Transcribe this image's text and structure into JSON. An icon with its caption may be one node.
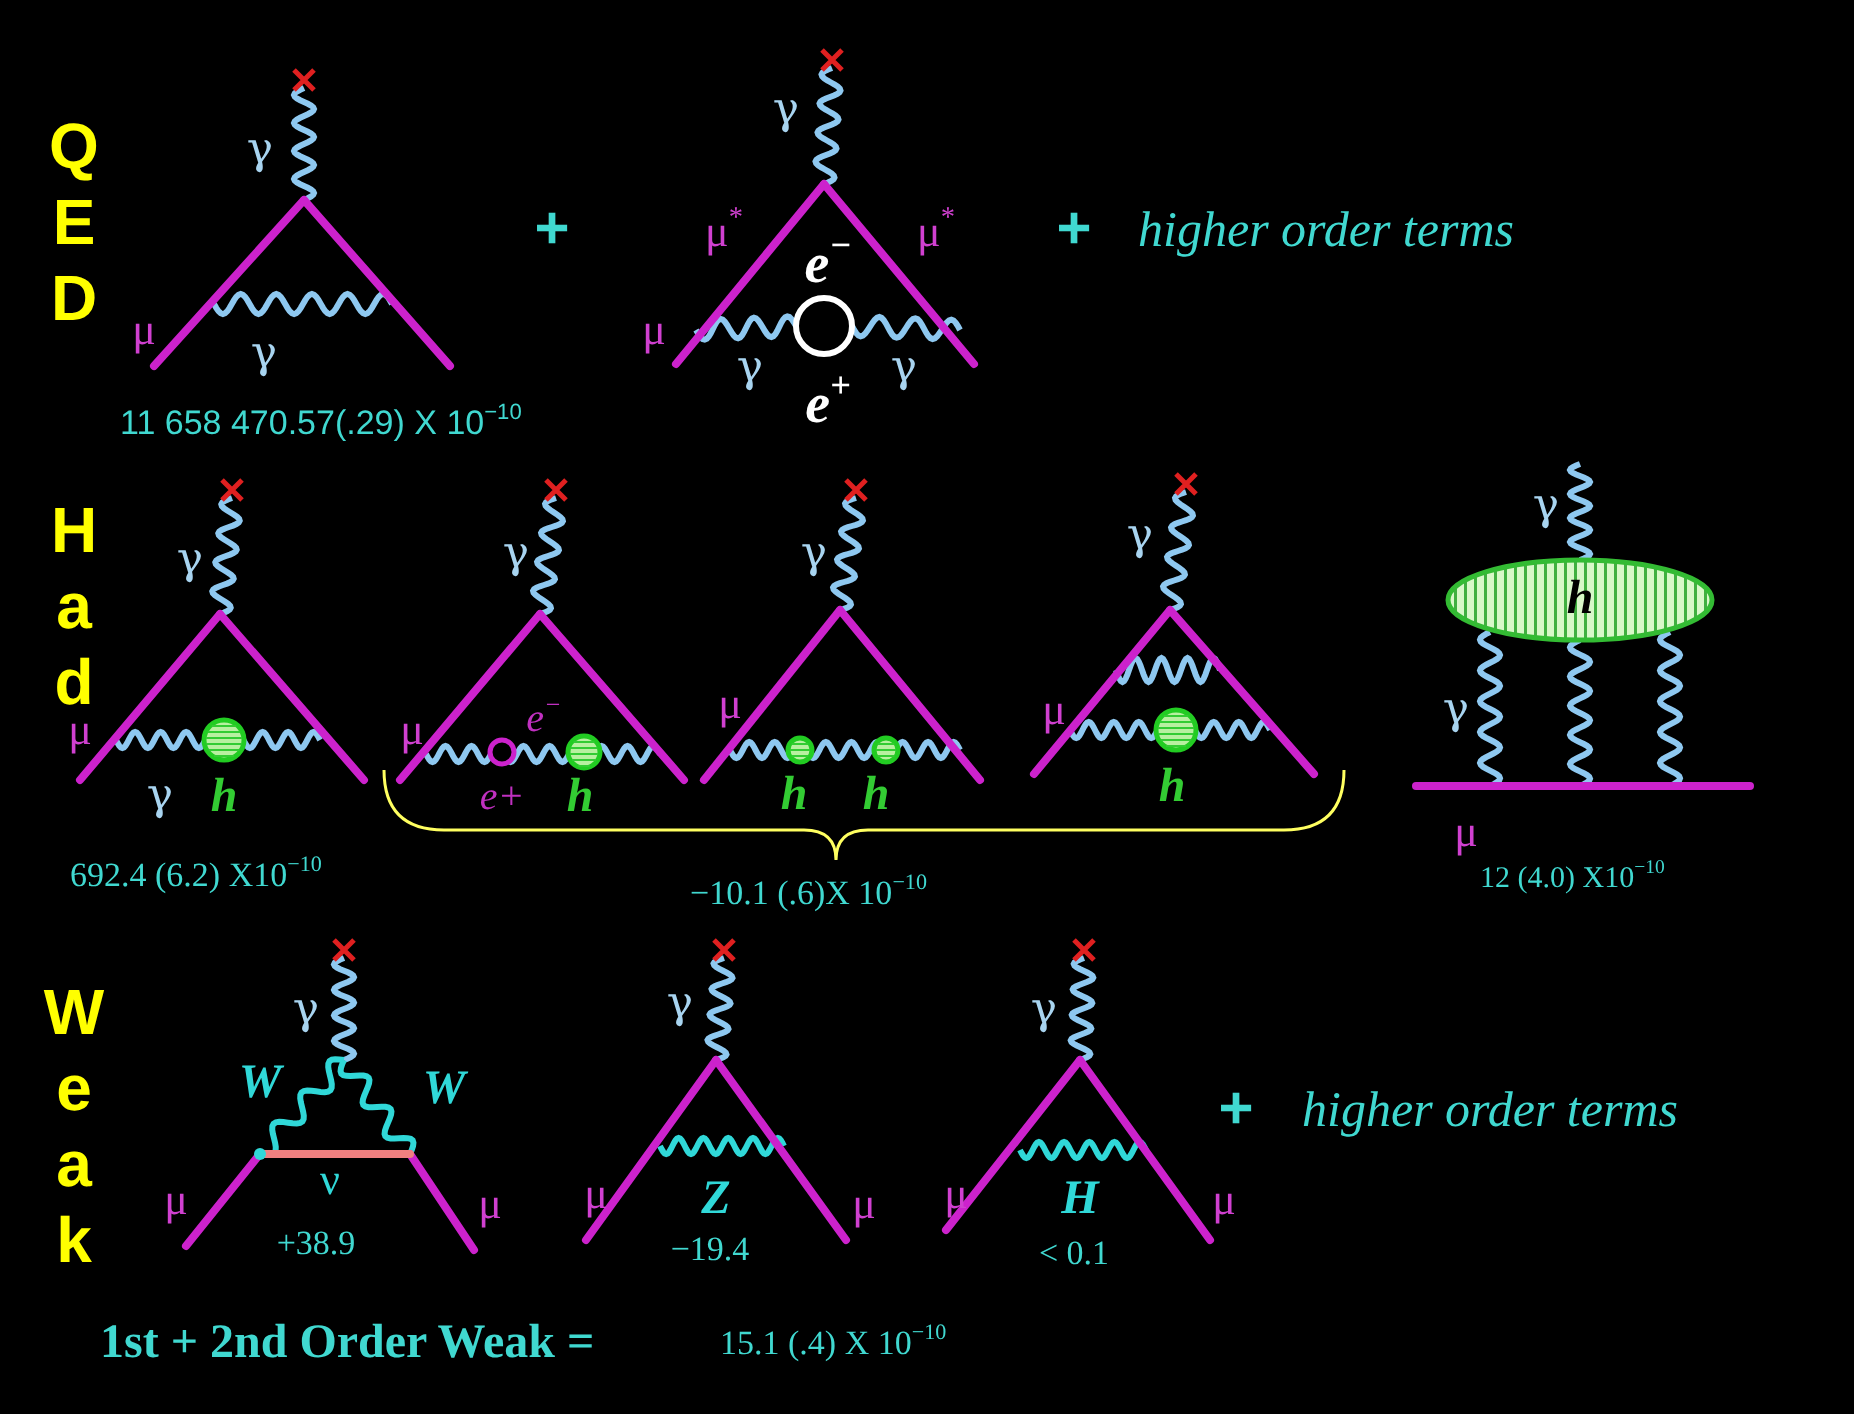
{
  "diagram": {
    "nodes": [
      {
        "text": [
          "h"
        ]
      }
    ],
    "labels": [
      "QED",
      "γ",
      "μ",
      "γ",
      "11 658 470.57(.29) X 10$^{−10}$",
      "+",
      "γ",
      "μ$^{*}$",
      "e$^{−}$",
      "μ$^{*}$",
      "μ",
      "γ",
      "γ",
      "e$^{+}$",
      "+",
      "higher order terms",
      "Had",
      "γ",
      "γ",
      "γ",
      "γ",
      "γ",
      "μ",
      "μ",
      "e$^{−}$",
      "μ",
      "μ",
      "γ",
      "γ",
      "h",
      "e+",
      "h",
      "h",
      "h",
      "h",
      "μ",
      "692.4 (6.2)  X10$^{−10}$",
      "−10.1 (.6)X  10$^{−10}$",
      "12 (4.0)  X10$^{−10}$",
      "Weak",
      "γ",
      "γ",
      "γ",
      "W",
      "W",
      "+",
      "higher order terms",
      "μ",
      "ν",
      "μ",
      "μ",
      "Z",
      "μ",
      "μ",
      "H",
      "μ",
      "+38.9",
      "−19.4",
      "< 0.1",
      "1st + 2nd Order Weak =",
      "15.1 (.4)  X 10$^{−10}$"
    ]
  }
}
